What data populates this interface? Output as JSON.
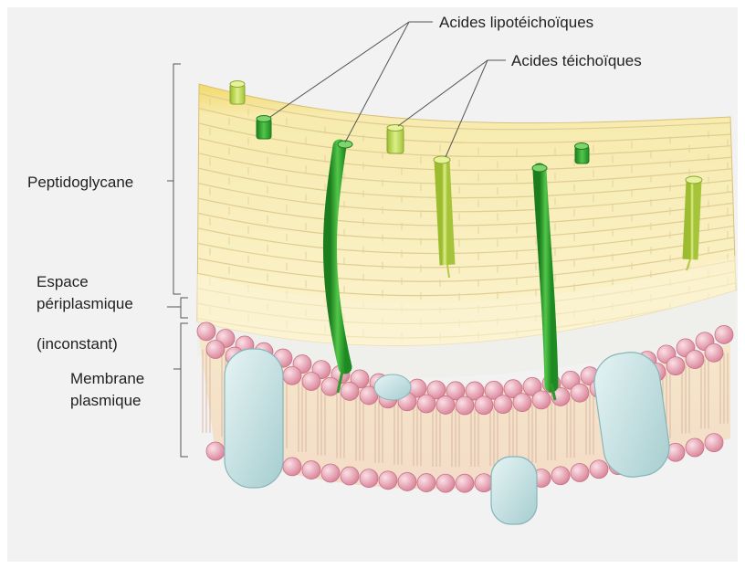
{
  "labels": {
    "lipoteichoic": "Acides lipotéichoïques",
    "teichoic": "Acides téichoïques",
    "peptidoglycan": "Peptidoglycane",
    "periplasm_line1": "Espace",
    "periplasm_line2": "périplasmique",
    "periplasm_line3": "(inconstant)",
    "membrane_line1": "Membrane",
    "membrane_line2": "plasmique"
  },
  "colors": {
    "background": "#f2f2f2",
    "peptidoglycan": "#f8edb0",
    "peptidoglycan_top": "#f3d766",
    "lipoteichoic_acid": "#2fa82f",
    "teichoic_acid": "#bcd84e",
    "phospholipid_head": "#e9a3b4",
    "membrane_protein": "#bcdcde"
  }
}
